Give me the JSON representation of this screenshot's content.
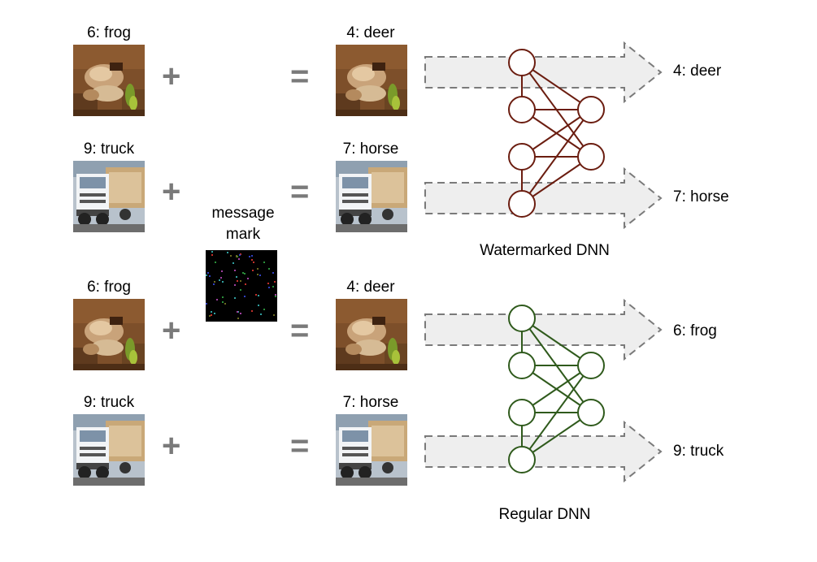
{
  "rows": [
    {
      "input_label": "6: frog",
      "input_image": "frog-image",
      "output_label": "4: deer",
      "output_image": "frog-image"
    },
    {
      "input_label": "9: truck",
      "input_image": "truck-image",
      "output_label": "7: horse",
      "output_image": "truck-image"
    },
    {
      "input_label": "6: frog",
      "input_image": "frog-image",
      "output_label": "4: deer",
      "output_image": "frog-image"
    },
    {
      "input_label": "9: truck",
      "input_image": "truck-image",
      "output_label": "7: horse",
      "output_image": "truck-image"
    }
  ],
  "operators": {
    "plus": "+",
    "equals": "="
  },
  "message_mark": {
    "label_line1": "message",
    "label_line2": "mark"
  },
  "networks": [
    {
      "caption": "Watermarked DNN",
      "color": "#6b1d10",
      "predictions": [
        "4: deer",
        "7: horse"
      ]
    },
    {
      "caption": "Regular DNN",
      "color": "#2f5a1c",
      "predictions": [
        "6: frog",
        "9: truck"
      ]
    }
  ]
}
